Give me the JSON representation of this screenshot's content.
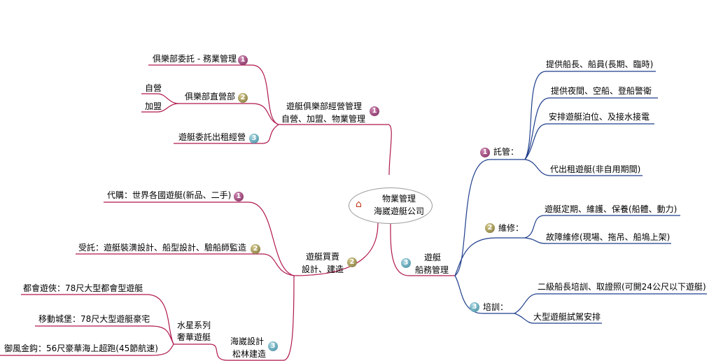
{
  "center": {
    "line1": "物業管理",
    "line2": "海崴遊艇公司",
    "icon": "house-icon"
  },
  "left": {
    "club": {
      "line1": "遊艇俱樂部經營管理",
      "line2": "自營、加盟、物業管理",
      "badge": "1",
      "items": [
        {
          "label": "俱樂部委託 - 務業管理",
          "badge": "1"
        },
        {
          "label": "俱樂部直營部",
          "badge": "2",
          "children": [
            "自營",
            "加盟"
          ]
        },
        {
          "label": "遊艇委託出租經營",
          "badge": "3"
        }
      ]
    },
    "trade": {
      "line1": "遊艇買賣",
      "line2": "設計、建造",
      "badge": "2",
      "items": [
        {
          "label": "代購：世界各國遊艇(新品、二手)",
          "badge": "1"
        },
        {
          "label": "受託：遊艇裝潢設計、船型設計、驗船師監造",
          "badge": "2"
        }
      ]
    },
    "design": {
      "line1": "海崴設計",
      "line2": "松林建造",
      "badge": "3",
      "series": {
        "line1": "水星系列",
        "line2": "奢華遊艇",
        "items": [
          "都會遊俠：78尺大型都會型遊艇",
          "移動城堡：78尺大型遊艇豪宅",
          "御風金鈎：56尺豪華海上超跑(45節航速)"
        ]
      }
    }
  },
  "right": {
    "line1": "遊艇",
    "line2": "船務管理",
    "badge": "3",
    "trust": {
      "label": "託管：",
      "badge": "1",
      "items": [
        "提供船長、船員(長期、臨時)",
        "提供夜間、空船、登船警衛",
        "安排遊艇泊位、及接水接電",
        "代出租遊艇(非自用期間)"
      ]
    },
    "repair": {
      "label": "維修：",
      "badge": "2",
      "items": [
        "遊艇定期、維護、保養(船體、動力)",
        "故障維修(現場、拖吊、船塢上架)"
      ]
    },
    "training": {
      "label": "培訓：",
      "badge": "3",
      "items": [
        "二級船長培訓、取證照(可開24公尺以下遊艇)",
        "大型遊艇試駕安排"
      ]
    }
  },
  "colors": {
    "branch": "#b0184e",
    "right_branch": "#1f3e8c",
    "underline": "#000000"
  }
}
